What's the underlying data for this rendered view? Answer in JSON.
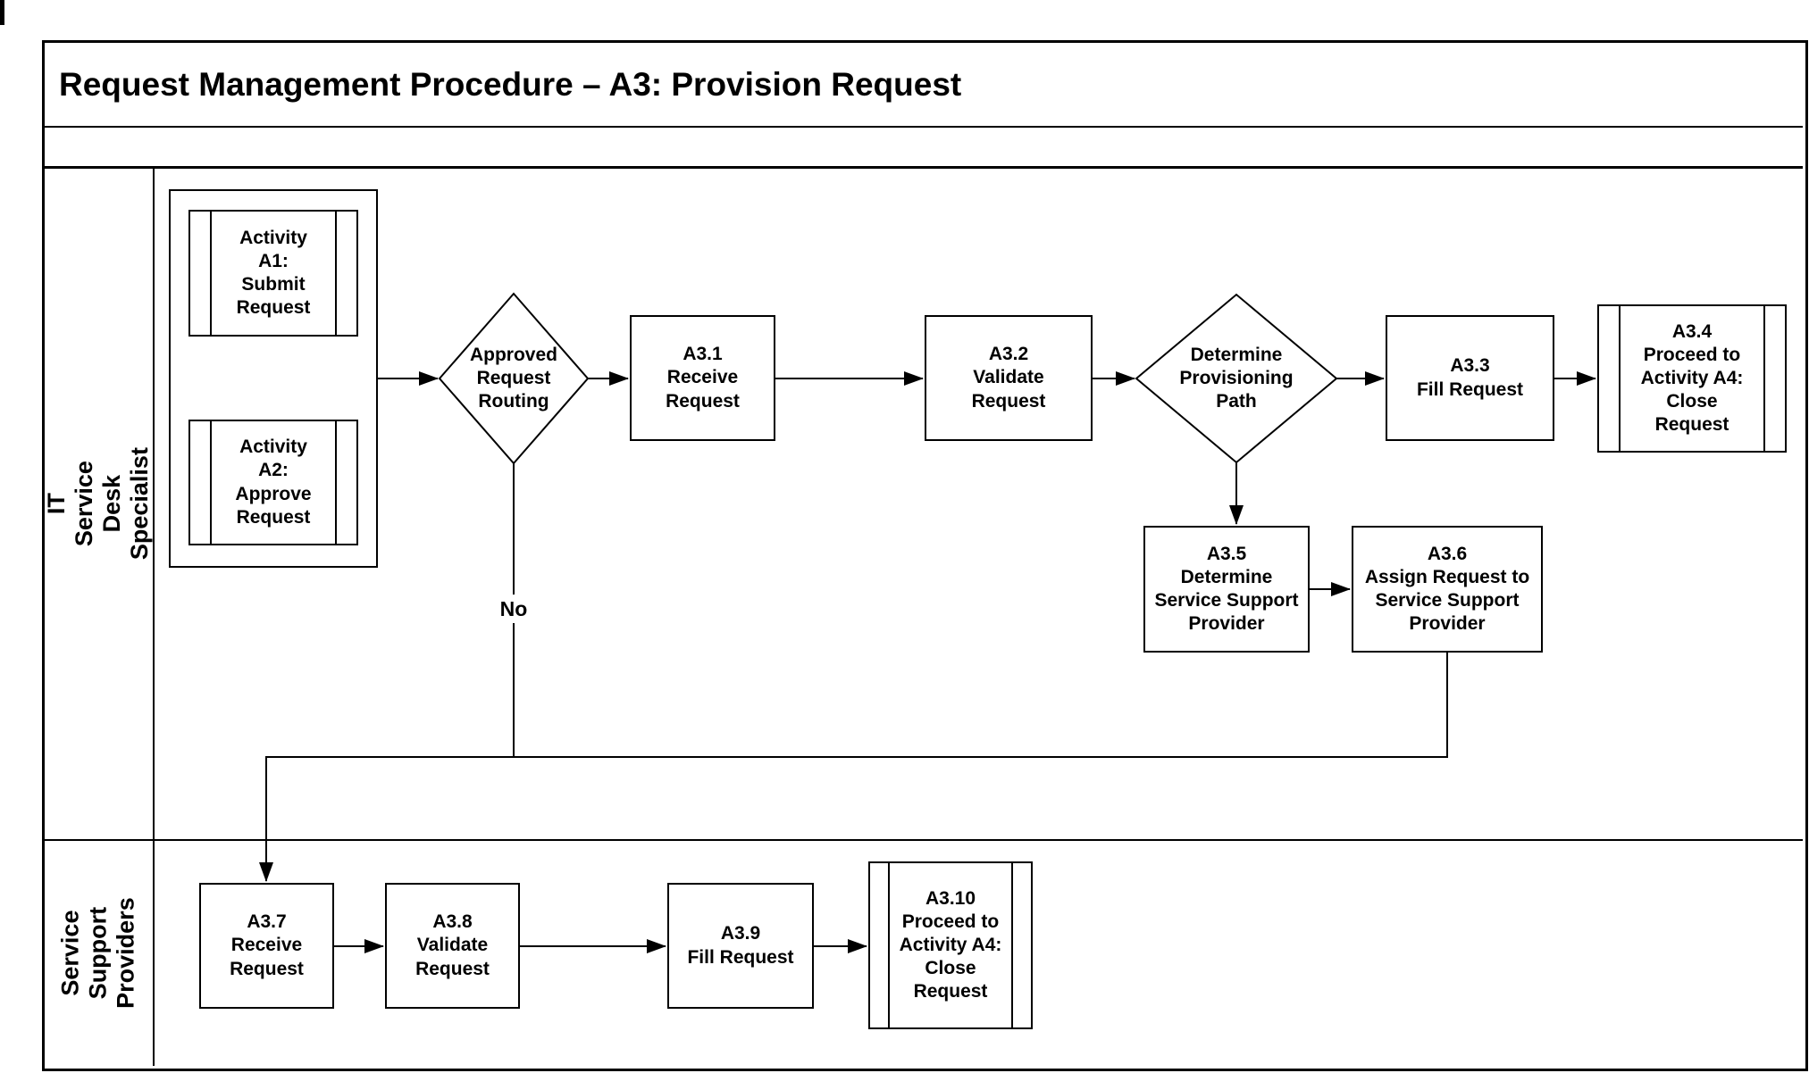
{
  "title": "Request Management Procedure – A3: Provision Request",
  "lanes": {
    "lane1": "IT Service Desk Specialist",
    "lane2": "Service Support\nProviders"
  },
  "nodes": {
    "activity_a1": "Activity\nA1:\nSubmit\nRequest",
    "activity_a2": "Activity\nA2:\nApprove\nRequest",
    "decision_approved_request_routing": "Approved\nRequest\nRouting",
    "a3_1": "A3.1\nReceive\nRequest",
    "a3_2": "A3.2\nValidate\nRequest",
    "decision_determine_provisioning_path": "Determine\nProvisioning\nPath",
    "a3_3": "A3.3\nFill Request",
    "a3_4": "A3.4\nProceed to\nActivity A4:\nClose\nRequest",
    "a3_5": "A3.5\nDetermine\nService Support\nProvider",
    "a3_6": "A3.6\nAssign Request to\nService Support\nProvider",
    "a3_7": "A3.7\nReceive\nRequest",
    "a3_8": "A3.8\nValidate\nRequest",
    "a3_9": "A3.9\nFill Request",
    "a3_10": "A3.10\nProceed to\nActivity A4:\nClose\nRequest"
  },
  "edges": {
    "no_label": "No"
  },
  "colors": {
    "line": "#000000",
    "background": "#ffffff"
  }
}
